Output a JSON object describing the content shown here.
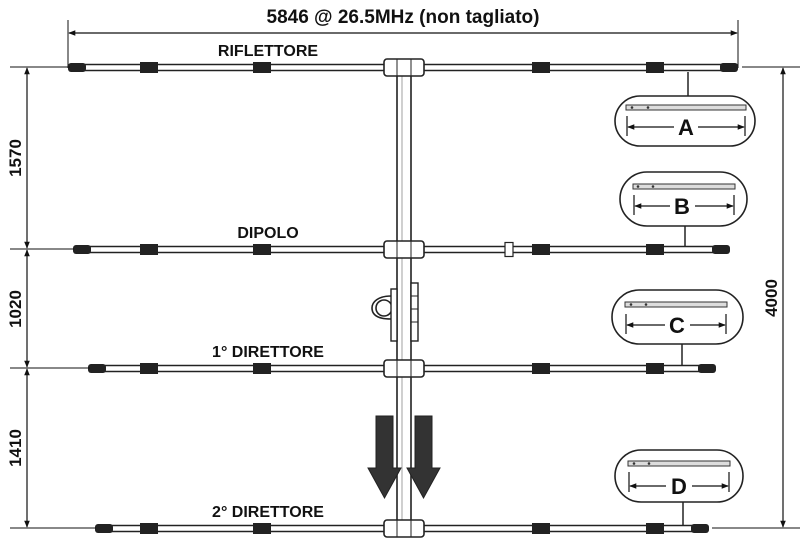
{
  "title": "5846 @ 26.5MHz (non tagliato)",
  "elements": {
    "reflector": "RIFLETTORE",
    "dipole": "DIPOLO",
    "director1": "1° DIRETTORE",
    "director2": "2° DIRETTORE"
  },
  "dimensions": {
    "reflector_to_dipole": "1570",
    "dipole_to_director1": "1020",
    "director1_to_director2": "1410",
    "total_boom": "4000"
  },
  "details": [
    "A",
    "B",
    "C",
    "D"
  ]
}
